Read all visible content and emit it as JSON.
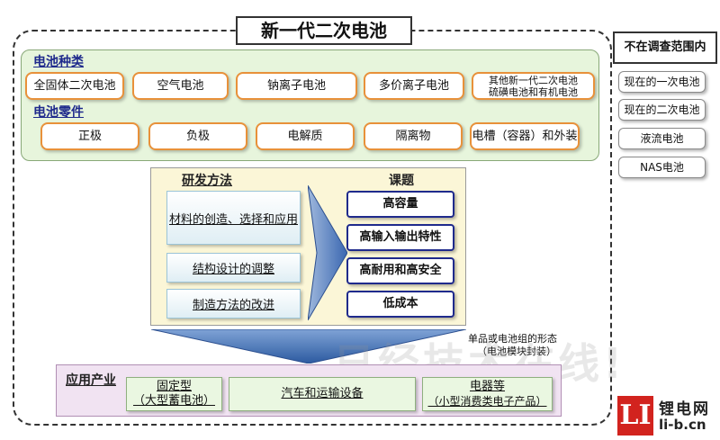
{
  "title": "新一代二次电池",
  "battery_types": {
    "heading": "电池种类",
    "items": [
      {
        "label": "全固体二次电池"
      },
      {
        "label": "空气电池"
      },
      {
        "label": "钠离子电池"
      },
      {
        "label": "多价离子电池"
      },
      {
        "label": "其他新一代二次电池",
        "sub": "硫磺电池和有机电池"
      }
    ]
  },
  "battery_parts": {
    "heading": "电池零件",
    "items": [
      "正极",
      "负极",
      "电解质",
      "隔离物",
      "电槽（容器）和外装"
    ]
  },
  "out_of_scope": {
    "heading": "不在调查范围内",
    "items": [
      "现在的一次电池",
      "现在的二次电池",
      "液流电池",
      "NAS电池"
    ]
  },
  "research": {
    "methods_heading": "研发方法",
    "tasks_heading": "课题",
    "methods": [
      "材料的创造、选择和应用",
      "结构设计的调整",
      "制造方法的改进"
    ],
    "tasks": [
      "高容量",
      "高输入输出特性",
      "高耐用和高安全",
      "低成本"
    ]
  },
  "form_note": {
    "line1": "单品或电池组的形态",
    "line2": "（电池模块封装）"
  },
  "applications": {
    "heading": "应用产业",
    "items": [
      {
        "label": "固定型",
        "sub": "（大型蓄电池）"
      },
      {
        "label": "汽车和运输设备",
        "sub": ""
      },
      {
        "label": "电器等",
        "sub": "（小型消费类电子产品）"
      }
    ]
  },
  "watermark": "日经技术在线!",
  "logo": {
    "mark": "LI",
    "name": "锂电网",
    "url": "li-b.cn",
    "color": "#d2231e"
  },
  "colors": {
    "battery_box_border": "#e8913a",
    "task_box_border": "#1f2a8c",
    "arrow_blue": "#3a67b0"
  }
}
